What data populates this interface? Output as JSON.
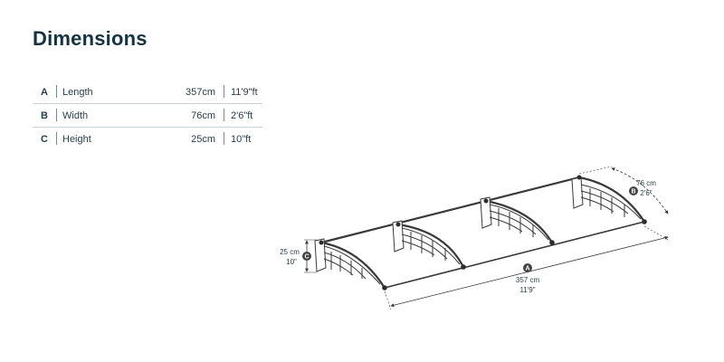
{
  "page": {
    "title": "Dimensions"
  },
  "dimensions": [
    {
      "key": "A",
      "name": "Length",
      "metric": "357cm",
      "imperial": "11'9\"ft"
    },
    {
      "key": "B",
      "name": "Width",
      "metric": "76cm",
      "imperial": "2'6\"ft"
    },
    {
      "key": "C",
      "name": "Height",
      "metric": "25cm",
      "imperial": "10\"ft"
    }
  ],
  "diagram": {
    "length": {
      "key": "A",
      "metric": "357 cm",
      "imperial": "11'9\""
    },
    "width": {
      "key": "B",
      "metric": "76 cm",
      "imperial": "2'6\""
    },
    "height": {
      "key": "C",
      "metric": "25 cm",
      "imperial": "10\""
    }
  },
  "colors": {
    "text": "#16323f",
    "line": "#3a3a3a",
    "badge": "#444444"
  }
}
